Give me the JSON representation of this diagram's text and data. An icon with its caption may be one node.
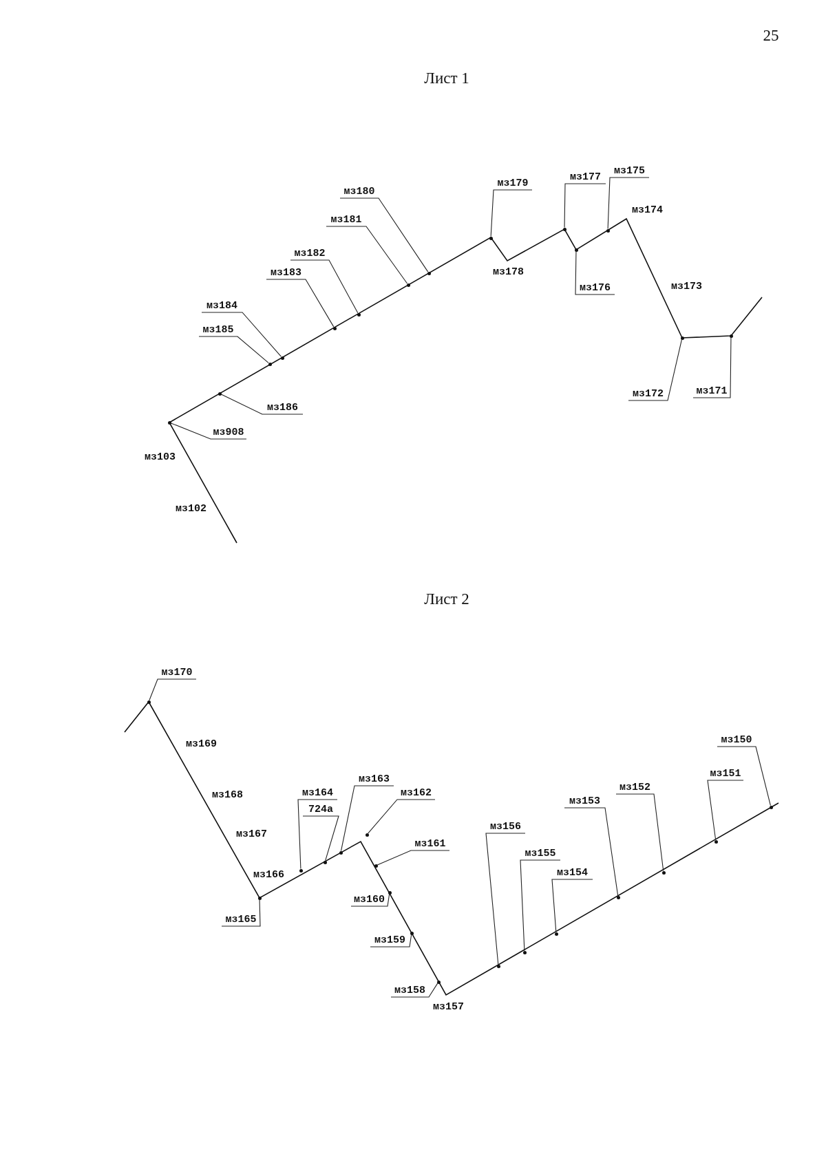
{
  "diagram": {
    "nodes": [
      {
        "text": [
          "мз175"
        ]
      },
      {
        "text": [
          "мз177"
        ]
      },
      {
        "text": [
          "мз179"
        ]
      },
      {
        "text": [
          "мз180"
        ]
      },
      {
        "text": [
          "мз181"
        ]
      },
      {
        "text": [
          "мз182"
        ]
      },
      {
        "text": [
          "мз183"
        ]
      },
      {
        "text": [
          "мз176"
        ]
      },
      {
        "text": [
          "мз184"
        ]
      },
      {
        "text": [
          "мз185"
        ]
      },
      {
        "text": [
          "мз186"
        ]
      },
      {
        "text": [
          "мз908"
        ]
      },
      {
        "text": [
          "мз172"
        ]
      },
      {
        "text": [
          "мз171"
        ]
      },
      {
        "text": [
          "мз170"
        ]
      },
      {
        "text": [
          "мз150"
        ]
      },
      {
        "text": [
          "мз163"
        ]
      },
      {
        "text": [
          "мз164"
        ]
      },
      {
        "text": [
          "мз162"
        ]
      },
      {
        "text": [
          "мз151"
        ]
      },
      {
        "text": [
          "мз152"
        ]
      },
      {
        "text": [
          "мз153"
        ]
      },
      {
        "text": [
          "724а"
        ]
      },
      {
        "text": [
          "мз156"
        ]
      },
      {
        "text": [
          "мз161"
        ]
      },
      {
        "text": [
          "мз155"
        ]
      },
      {
        "text": [
          "мз154"
        ]
      },
      {
        "text": [
          "мз160"
        ]
      },
      {
        "text": [
          "мз159"
        ]
      },
      {
        "text": [
          "мз165"
        ]
      },
      {
        "text": [
          "мз158"
        ]
      },
      {
        "text": [],
        "shape": "circle"
      },
      {
        "text": [],
        "shape": "circle"
      },
      {
        "text": [],
        "shape": "circle"
      },
      {
        "text": [],
        "shape": "circle"
      },
      {
        "text": [],
        "shape": "circle"
      },
      {
        "text": [],
        "shape": "circle"
      },
      {
        "text": [],
        "shape": "circle"
      },
      {
        "text": [],
        "shape": "circle"
      },
      {
        "text": [],
        "shape": "circle"
      },
      {
        "text": [],
        "shape": "circle"
      },
      {
        "text": [],
        "shape": "circle"
      },
      {
        "text": [],
        "shape": "circle"
      },
      {
        "text": [],
        "shape": "circle"
      },
      {
        "text": [],
        "shape": "circle"
      },
      {
        "text": [],
        "shape": "circle"
      },
      {
        "text": [],
        "shape": "circle"
      },
      {
        "text": [],
        "shape": "circle"
      },
      {
        "text": [],
        "shape": "circle"
      },
      {
        "text": [],
        "shape": "circle"
      },
      {
        "text": [],
        "shape": "circle"
      },
      {
        "text": [],
        "shape": "circle"
      },
      {
        "text": [],
        "shape": "circle"
      },
      {
        "text": [],
        "shape": "circle"
      },
      {
        "text": [],
        "shape": "circle"
      },
      {
        "text": [],
        "shape": "circle"
      },
      {
        "text": [],
        "shape": "circle"
      },
      {
        "text": [],
        "shape": "circle"
      },
      {
        "text": [],
        "shape": "circle"
      },
      {
        "text": [],
        "shape": "circle"
      },
      {
        "text": [],
        "shape": "circle"
      },
      {
        "text": [],
        "shape": "circle"
      }
    ],
    "edges": [
      {
        "from": 0,
        "to": 31,
        "arrow": "none"
      },
      {
        "from": 1,
        "to": 32,
        "arrow": "none"
      },
      {
        "from": 2,
        "to": 33,
        "arrow": "none"
      },
      {
        "from": 3,
        "to": 34,
        "arrow": "none"
      },
      {
        "from": 4,
        "to": 35,
        "arrow": "none"
      },
      {
        "from": 5,
        "to": 36,
        "arrow": "none"
      },
      {
        "from": 6,
        "to": 37,
        "arrow": "none"
      },
      {
        "from": 7,
        "to": 38,
        "arrow": "none"
      },
      {
        "from": 8,
        "to": 39,
        "arrow": "none"
      },
      {
        "from": 9,
        "to": 40,
        "arrow": "none"
      },
      {
        "from": 10,
        "to": 41,
        "arrow": "none"
      },
      {
        "from": 11,
        "to": 42,
        "arrow": "none"
      },
      {
        "from": 12,
        "to": 43,
        "arrow": "none"
      },
      {
        "from": 13,
        "to": 44,
        "arrow": "none"
      },
      {
        "from": 14,
        "to": 45,
        "arrow": "none"
      },
      {
        "from": 15,
        "to": 46,
        "arrow": "none"
      },
      {
        "from": 16,
        "to": 47,
        "arrow": "none"
      },
      {
        "from": 17,
        "to": 48,
        "arrow": "none"
      },
      {
        "from": 18,
        "to": 49,
        "arrow": "none"
      },
      {
        "from": 19,
        "to": 50,
        "arrow": "none"
      },
      {
        "from": 20,
        "to": 51,
        "arrow": "none"
      },
      {
        "from": 21,
        "to": 52,
        "arrow": "none"
      },
      {
        "from": 22,
        "to": 53,
        "arrow": "none"
      },
      {
        "from": 23,
        "to": 54,
        "arrow": "none"
      },
      {
        "from": 24,
        "to": 55,
        "arrow": "none"
      },
      {
        "from": 25,
        "to": 56,
        "arrow": "none"
      },
      {
        "from": 26,
        "to": 57,
        "arrow": "none"
      },
      {
        "from": 27,
        "to": 58,
        "arrow": "none"
      },
      {
        "from": 28,
        "to": 59,
        "arrow": "none"
      },
      {
        "from": 29,
        "to": 60,
        "arrow": "none"
      },
      {
        "from": 30,
        "to": 61,
        "arrow": "none"
      }
    ],
    "labels": [
      "25",
      "Лист 1",
      "мз174",
      "мз178",
      "мз173",
      "мз103",
      "мз102",
      "Лист 2",
      "мз169",
      "мз168",
      "мз167",
      "мз166",
      "мз157"
    ]
  }
}
